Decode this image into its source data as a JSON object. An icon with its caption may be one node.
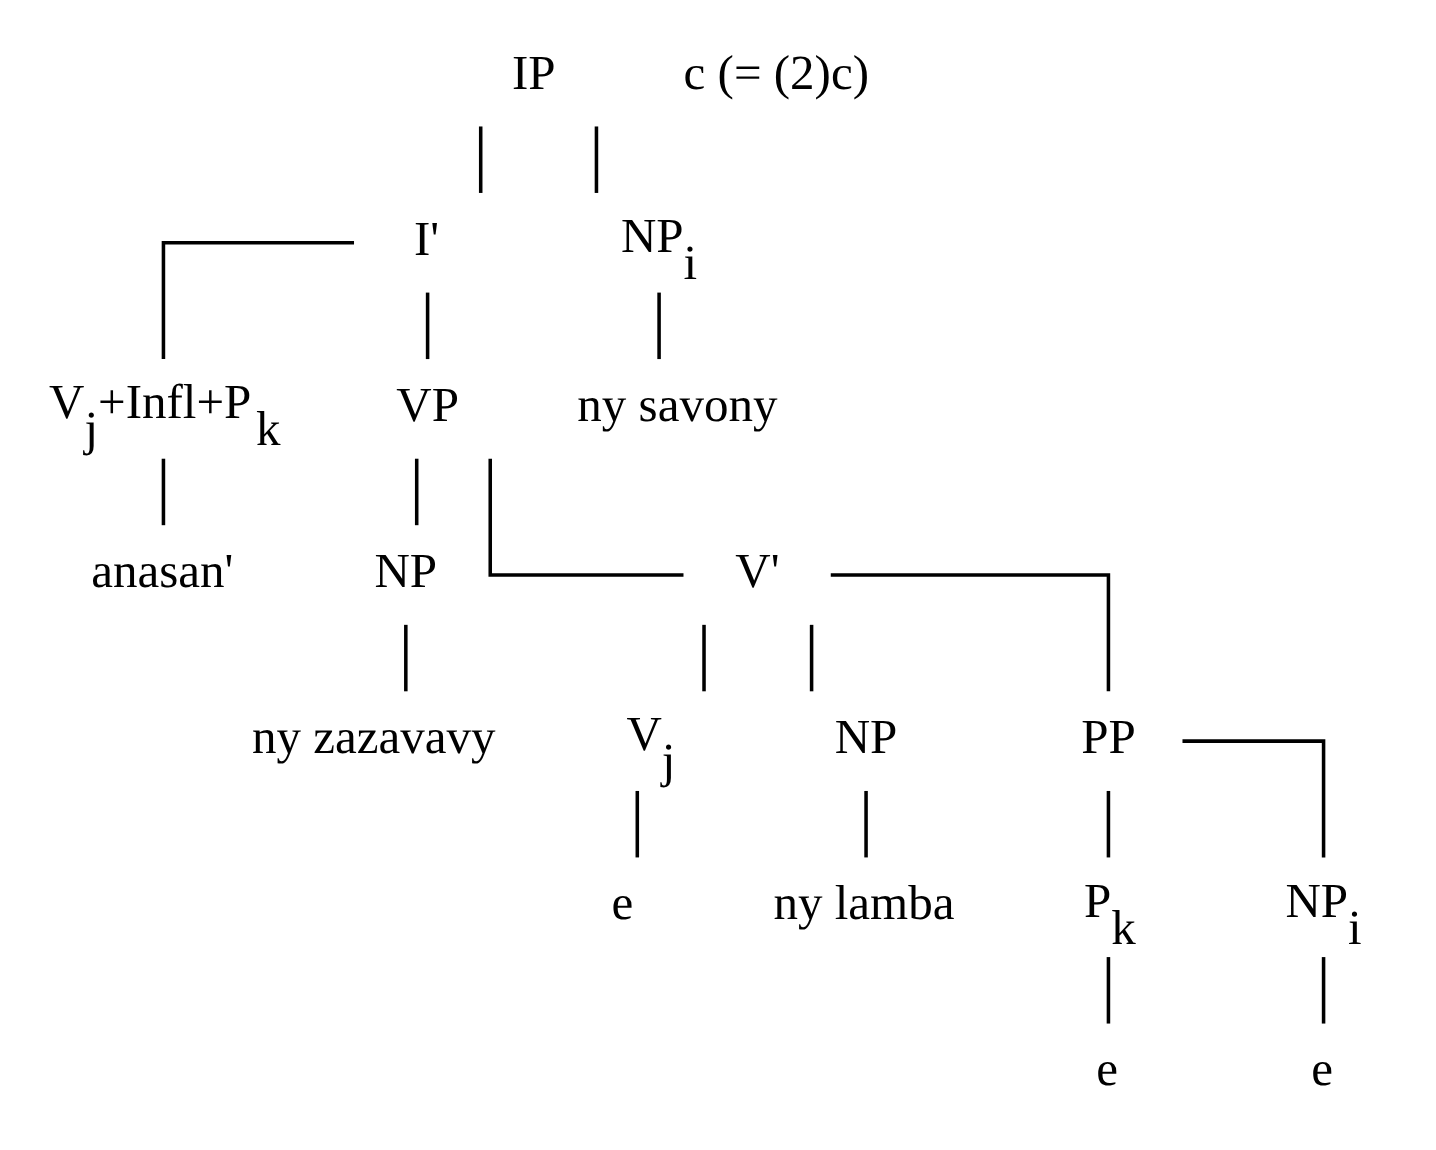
{
  "diagram": {
    "nodes": [
      {
        "text": [
          "IP"
        ]
      },
      {
        "text": [
          "I'"
        ]
      },
      {
        "text": [
          "NP$_{i}$"
        ]
      },
      {
        "text": [
          "V$_{j}$+Infl+P$_{k}$"
        ]
      },
      {
        "text": [
          "VP"
        ]
      },
      {
        "text": [
          "ny savony"
        ]
      },
      {
        "text": [
          "anasan'"
        ]
      },
      {
        "text": [
          "NP"
        ]
      },
      {
        "text": [
          "V'"
        ]
      },
      {
        "text": [
          "ny zazavavy"
        ]
      },
      {
        "text": [
          "V$_{j}$"
        ]
      },
      {
        "text": [
          "NP"
        ]
      },
      {
        "text": [
          "PP"
        ]
      },
      {
        "text": [
          "e"
        ]
      },
      {
        "text": [
          "ny lamba"
        ]
      },
      {
        "text": [
          "P$_{k}$"
        ]
      },
      {
        "text": [
          "NP$_{i}$"
        ]
      },
      {
        "text": [
          "e"
        ]
      },
      {
        "text": [
          "e"
        ]
      }
    ],
    "edges": [
      {
        "from": 0,
        "to": 1,
        "arrow": "none"
      },
      {
        "from": 0,
        "to": 2,
        "arrow": "none"
      },
      {
        "from": 1,
        "to": 3,
        "arrow": "none"
      },
      {
        "from": 1,
        "to": 4,
        "arrow": "none"
      },
      {
        "from": 2,
        "to": 5,
        "arrow": "none"
      },
      {
        "from": 3,
        "to": 6,
        "arrow": "none"
      },
      {
        "from": 4,
        "to": 7,
        "arrow": "none"
      },
      {
        "from": 4,
        "to": 8,
        "arrow": "none"
      },
      {
        "from": 7,
        "to": 9,
        "arrow": "none"
      },
      {
        "from": 8,
        "to": 10,
        "arrow": "none"
      },
      {
        "from": 8,
        "to": 11,
        "arrow": "none"
      },
      {
        "from": 8,
        "to": 12,
        "arrow": "none"
      },
      {
        "from": 10,
        "to": 13,
        "arrow": "none"
      },
      {
        "from": 11,
        "to": 14,
        "arrow": "none"
      },
      {
        "from": 12,
        "to": 15,
        "arrow": "none"
      },
      {
        "from": 12,
        "to": 16,
        "arrow": "none"
      },
      {
        "from": 15,
        "to": 17,
        "arrow": "none"
      },
      {
        "from": 16,
        "to": 18,
        "arrow": "none"
      }
    ],
    "labels": [
      "c (= (2)c)"
    ]
  }
}
